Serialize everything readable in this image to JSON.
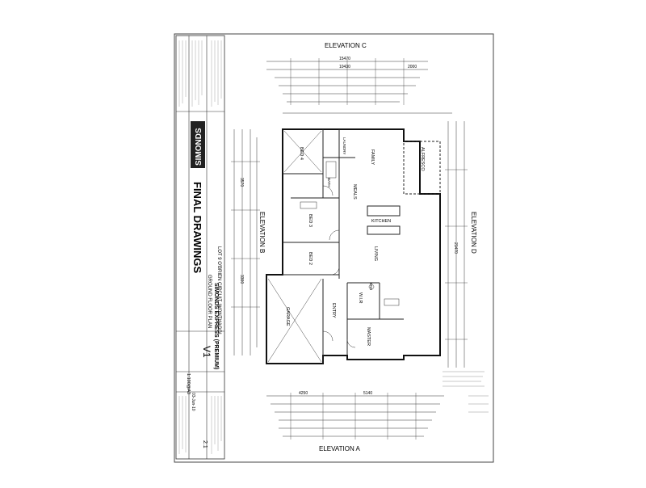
{
  "elevations": {
    "top": "ELEVATION C",
    "bottom": "ELEVATION A",
    "left": "ELEVATION B",
    "right": "ELEVATION D"
  },
  "title_block": {
    "brand": "SIMONDS",
    "range": "SIMONDS EXPRESS (PREMIUM)",
    "status": "FINAL DRAWINGS",
    "sheet_title": "GROUND FLOOR PLAN",
    "address": "LOT 9 O'BRIEN CIRCUIT, WONTHAGGI",
    "version": "V1",
    "scale": "1:100@A3",
    "date": "03-Jun-10",
    "sheet_no": "2.1"
  },
  "rooms": {
    "family": "FAMILY",
    "meals": "MEALS",
    "kitchen": "KITCHEN",
    "living": "LIVING",
    "alfresco": "ALFRESCO",
    "bed4": "BED 4",
    "bed3": "BED 3",
    "bed2": "BED 2",
    "garage": "GARAGE",
    "entry": "ENTRY",
    "master": "MASTER",
    "wir": "W.I.R",
    "laundry": "LAUNDRY",
    "bath": "BATH",
    "ens": "ENS"
  },
  "dimensions": {
    "top_overall": "15470",
    "top_mid": "10430",
    "top_right": "2000",
    "right_overall": "21470",
    "bottom_left": "4250",
    "bottom_mid": "5140",
    "left_a": "3570",
    "left_b": "3300"
  }
}
